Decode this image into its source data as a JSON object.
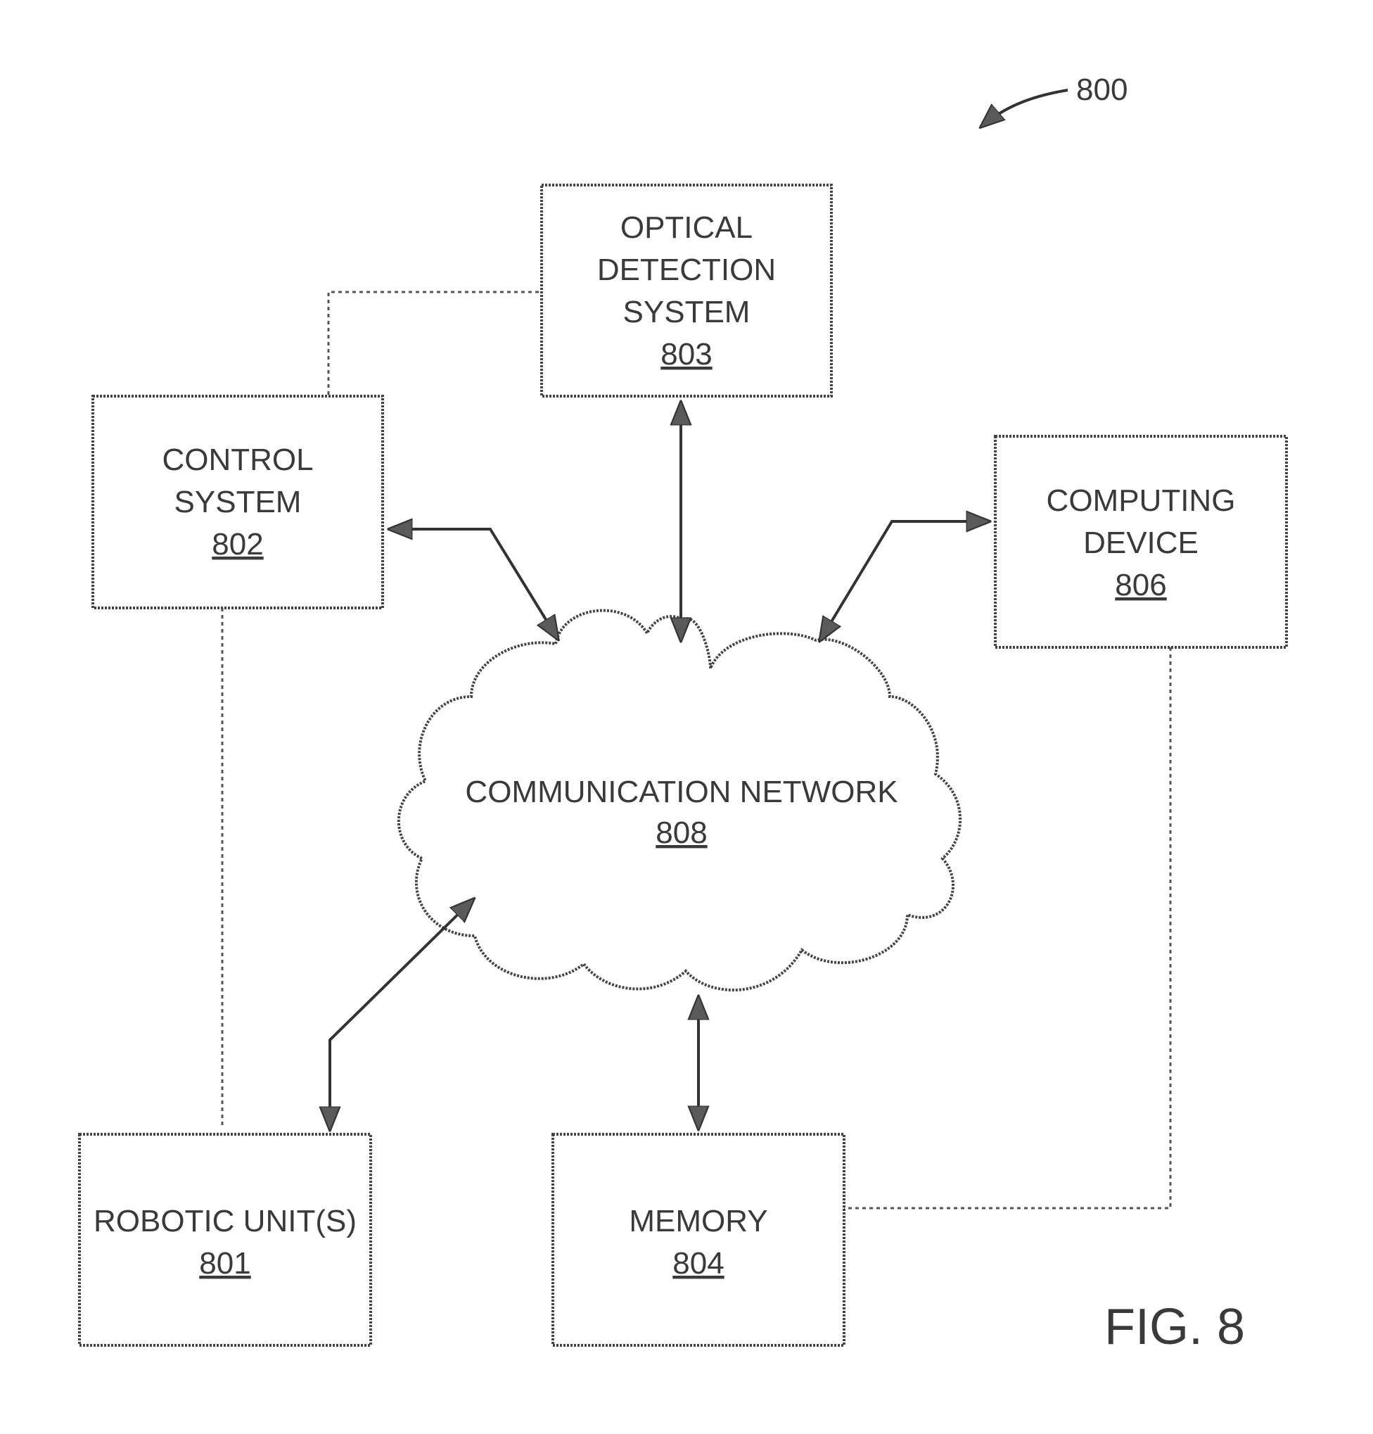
{
  "figure": {
    "reference": "800",
    "caption": "FIG. 8"
  },
  "nodes": {
    "optical_detection": {
      "lines": [
        "OPTICAL",
        "DETECTION",
        "SYSTEM"
      ],
      "ref": "803"
    },
    "control_system": {
      "lines": [
        "CONTROL",
        "SYSTEM"
      ],
      "ref": "802"
    },
    "computing_device": {
      "lines": [
        "COMPUTING",
        "DEVICE"
      ],
      "ref": "806"
    },
    "communication_network": {
      "lines": [
        "COMMUNICATION NETWORK"
      ],
      "ref": "808"
    },
    "robotic_units": {
      "lines": [
        "ROBOTIC UNIT(S)"
      ],
      "ref": "801"
    },
    "memory": {
      "lines": [
        "MEMORY"
      ],
      "ref": "804"
    }
  },
  "connections": [
    {
      "from": "optical_detection",
      "to": "control_system",
      "style": "dashed"
    },
    {
      "from": "control_system",
      "to": "robotic_units",
      "style": "dashed"
    },
    {
      "from": "computing_device",
      "to": "memory",
      "style": "dashed"
    },
    {
      "from": "control_system",
      "to": "communication_network",
      "style": "bidirectional-arrow"
    },
    {
      "from": "optical_detection",
      "to": "communication_network",
      "style": "bidirectional-arrow"
    },
    {
      "from": "computing_device",
      "to": "communication_network",
      "style": "bidirectional-arrow"
    },
    {
      "from": "robotic_units",
      "to": "communication_network",
      "style": "bidirectional-arrow"
    },
    {
      "from": "memory",
      "to": "communication_network",
      "style": "bidirectional-arrow"
    }
  ]
}
